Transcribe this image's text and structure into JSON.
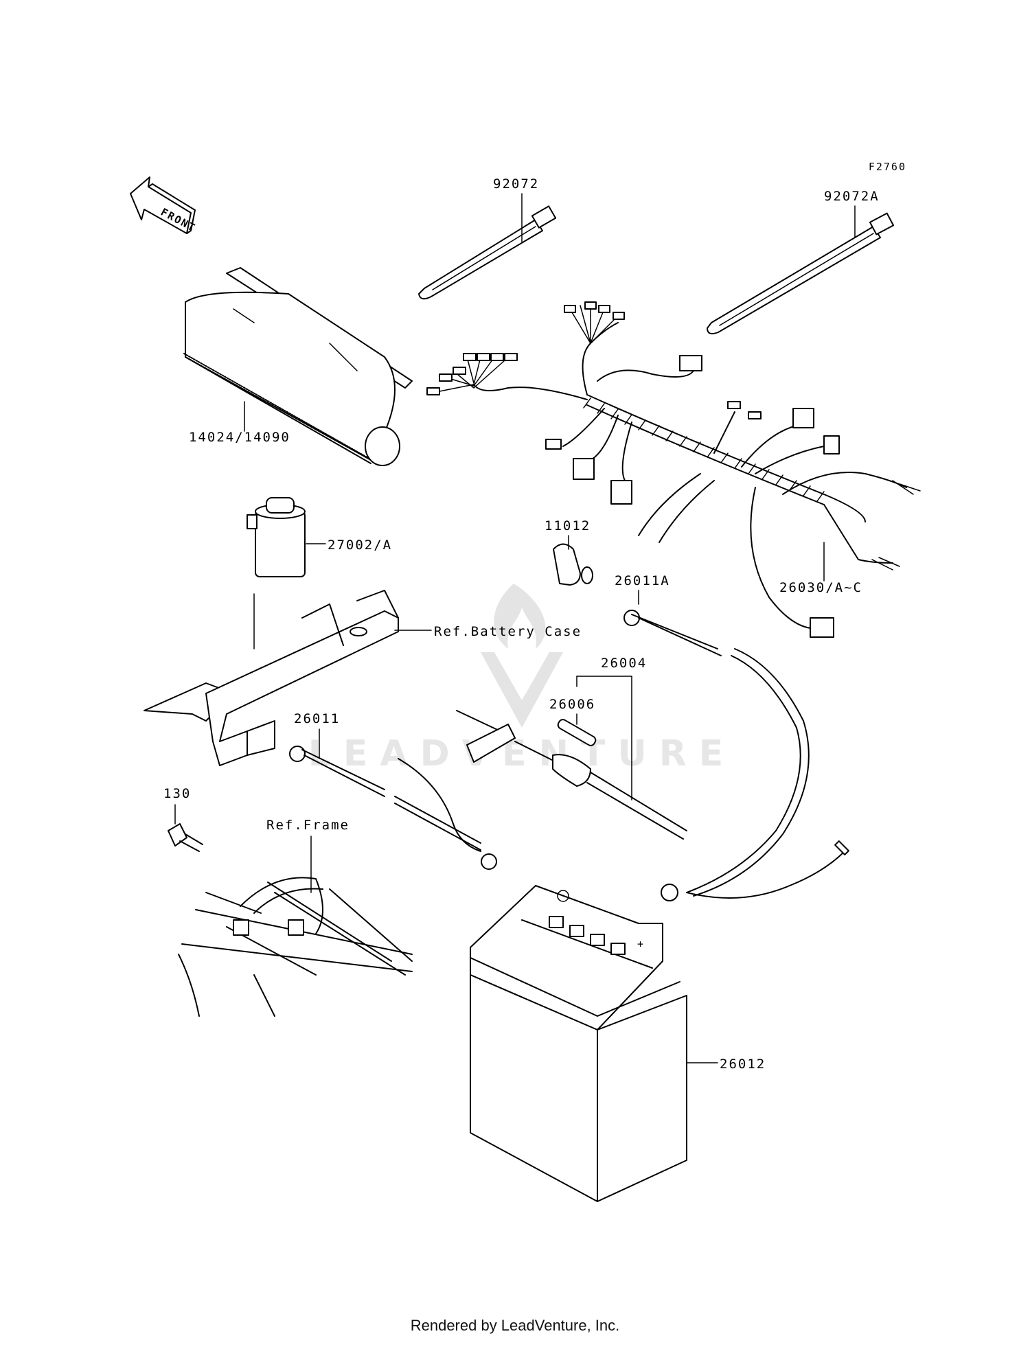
{
  "figure_code": "F2760",
  "front_label": "FRONT",
  "callouts": {
    "p92072": "92072",
    "p92072a": "92072A",
    "p14024": "14024/14090",
    "p27002": "27002/A",
    "ref_battery_case": "Ref.Battery Case",
    "p11012": "11012",
    "p26011a": "26011A",
    "p26030": "26030/A~C",
    "p26004": "26004",
    "p26006": "26006",
    "p26011": "26011",
    "p130": "130",
    "ref_frame": "Ref.Frame",
    "p26012": "26012"
  },
  "watermark": "LEADVENTURE",
  "footer": "Rendered by LeadVenture, Inc."
}
